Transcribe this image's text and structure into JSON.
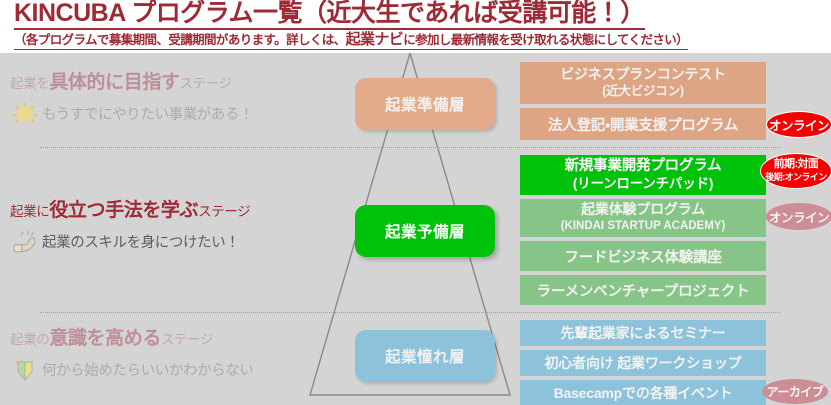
{
  "header": {
    "title": "KINCUBA プログラム一覧（近大生であれば受講可能！）",
    "subtitle_part1": "（各プログラムで募集期間、受講期間があります。詳しくは、",
    "subtitle_emph": "起業ナビ",
    "subtitle_part2": "に参加し最新情報を受け取れる状態にしてください）",
    "title_color": "#9e2a35"
  },
  "stages": [
    {
      "id": "stage-prepare",
      "head_pre": "起業を",
      "head_strong": "具体的に目指す",
      "head_post": "ステージ",
      "sub": "もうすでにやりたい事業がある！",
      "icon": "lightbulb-icon",
      "state": "faded"
    },
    {
      "id": "stage-skills",
      "head_pre": "起業に",
      "head_strong": "役立つ手法を学ぶ",
      "head_post": "ステージ",
      "sub": "起業のスキルを身につけたい！",
      "icon": "flexed-biceps-icon",
      "state": "active"
    },
    {
      "id": "stage-awareness",
      "head_pre": "起業の",
      "head_strong": "意識を高める",
      "head_post": "ステージ",
      "sub": "何から始めたらいいかわからない",
      "icon": "beginner-leaf-icon",
      "state": "faded"
    }
  ],
  "layers": [
    {
      "id": "layer-prepare",
      "label": "起業準備層",
      "color": "#e3ab89"
    },
    {
      "id": "layer-pre",
      "label": "起業予備層",
      "color": "#00c20a"
    },
    {
      "id": "layer-admire",
      "label": "起業憧れ層",
      "color": "#8cc3da"
    }
  ],
  "programs": [
    {
      "id": "biz-plan-contest",
      "line1": "ビジネスプランコンテスト",
      "line2": "(近大ビジコン)",
      "color": "#dda583",
      "badge": null
    },
    {
      "id": "incorporation",
      "line1": "法人登記・開業支援プログラム",
      "line2": "",
      "color": "#dda583",
      "badge": "online-red"
    },
    {
      "id": "lean-launchpad",
      "line1": "新規事業開発プログラム",
      "line2": "(リーンローンチパッド)",
      "color": "#00c20a",
      "badge": "hybrid-red"
    },
    {
      "id": "startup-academy",
      "line1": "起業体験プログラム",
      "line2": "(KINDAI STARTUP ACADEMY)",
      "color": "#87c487",
      "badge": "online-muted"
    },
    {
      "id": "food-business",
      "line1": "フードビジネス体験講座",
      "line2": "",
      "color": "#87c487",
      "badge": null
    },
    {
      "id": "ramen-venture",
      "line1": "ラーメンベンチャープロジェクト",
      "line2": "",
      "color": "#87c487",
      "badge": null
    },
    {
      "id": "senior-seminar",
      "line1": "先輩起業家によるセミナー",
      "line2": "",
      "color": "#8cc3da",
      "badge": null
    },
    {
      "id": "beginner-workshop",
      "line1": "初心者向け 起業ワークショップ",
      "line2": "",
      "color": "#8cc3da",
      "badge": null
    },
    {
      "id": "basecamp-events",
      "line1": "Basecampでの各種イベント",
      "line2": "",
      "color": "#8cc3da",
      "badge": "archive"
    }
  ],
  "badges": {
    "online_red": "オンライン",
    "hybrid_line1": "前期:対面",
    "hybrid_line2": "後期:オンライン",
    "online_muted": "オンライン",
    "archive": "アーカイブ"
  }
}
